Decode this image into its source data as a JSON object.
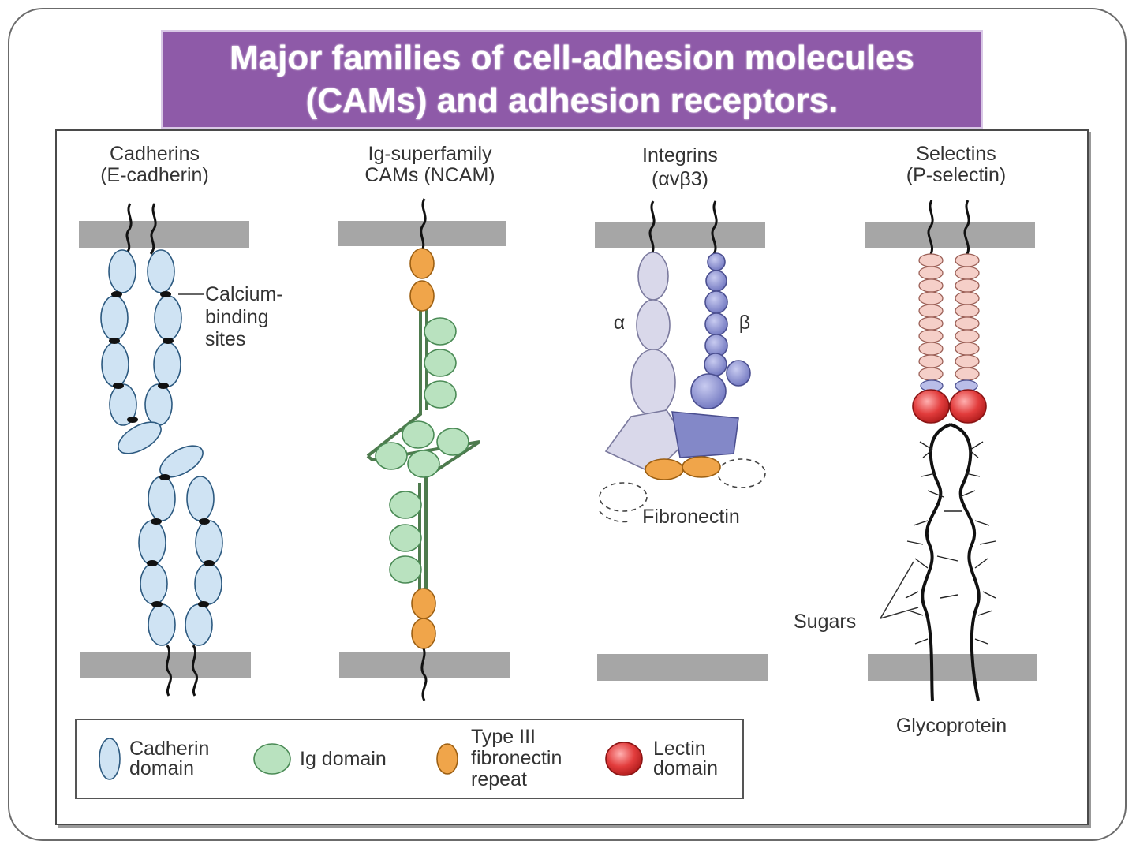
{
  "title": "Major families of cell-adhesion molecules\n(CAMs) and adhesion receptors.",
  "families": {
    "cadherins": {
      "name": "Cadherins",
      "example": "(E-cadherin)"
    },
    "ig": {
      "name": "Ig-superfamily",
      "example": "CAMs (NCAM)"
    },
    "integrins": {
      "name": "Integrins",
      "example": "(αvβ3)"
    },
    "selectins": {
      "name": "Selectins",
      "example": "(P-selectin)"
    }
  },
  "annotations": {
    "calcium": [
      "Calcium-",
      "binding",
      "sites"
    ],
    "alpha": "α",
    "beta": "β",
    "fibronectin": "Fibronectin",
    "sugars": "Sugars",
    "glycoprotein": "Glycoprotein"
  },
  "legend": {
    "cadherin": [
      "Cadherin",
      "domain"
    ],
    "ig": [
      "Ig domain"
    ],
    "type3": [
      "Type III",
      "fibronectin",
      "repeat"
    ],
    "lectin": [
      "Lectin",
      "domain"
    ]
  },
  "colors": {
    "title_bg": "#8e5aa8",
    "membrane": "#a6a6a6",
    "cadherin_domain": "#cfe3f3",
    "ig_domain": "#b9e2bf",
    "type3_repeat": "#f0a54a",
    "lectin_domain": "#e23c3c",
    "integrin_alpha": "#d9d8ea",
    "integrin_beta": "#8388c8",
    "selectin_repeat": "#f5cfc8"
  }
}
